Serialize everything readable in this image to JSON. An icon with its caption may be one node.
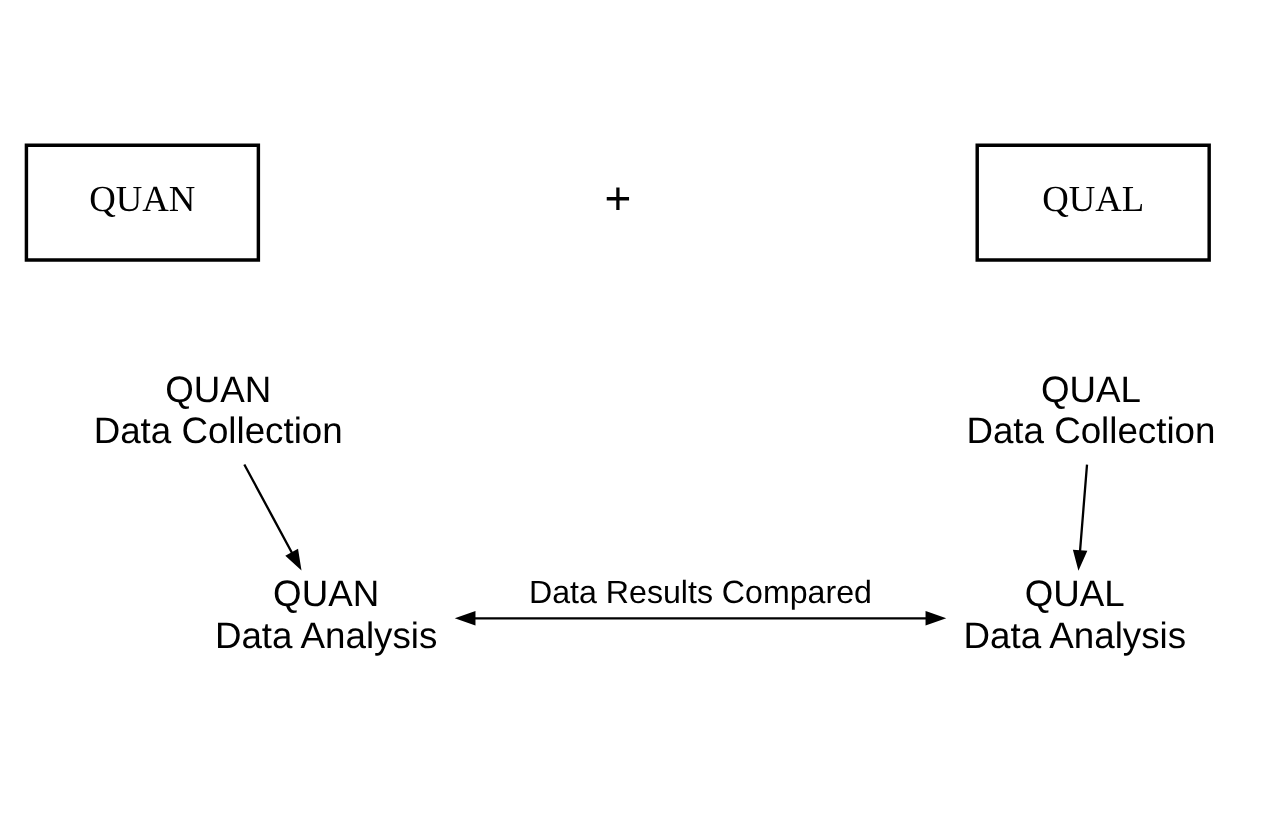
{
  "diagram": {
    "nodes": [
      {
        "text": [
          "QUAN"
        ]
      },
      {
        "text": [
          "QUAL"
        ]
      },
      {
        "text": [
          "QUAN Data Collection"
        ]
      },
      {
        "text": [
          "QUAL Data Collection"
        ]
      },
      {
        "text": [
          "QUAN Data Analysis"
        ]
      },
      {
        "text": [
          "QUAL Data Analysis"
        ]
      }
    ],
    "edges": [
      {
        "from": 2,
        "to": 4,
        "arrow": "to"
      },
      {
        "from": 3,
        "to": 5,
        "arrow": "to"
      },
      {
        "from": 4,
        "to": 5,
        "arrow": "both",
        "label": "Data Results Compared"
      }
    ],
    "labels": [
      "+"
    ]
  }
}
